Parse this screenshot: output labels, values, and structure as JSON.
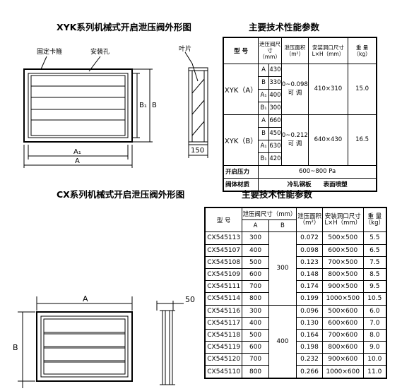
{
  "xyk": {
    "drawing_title": "XYK系列机械式开启泄压阀外形图",
    "table_title": "主要技术性能参数",
    "labels": {
      "clip": "固定卡箍",
      "hole": "安装孔",
      "blade": "叶片",
      "a": "A",
      "a1": "A₁",
      "b": "B",
      "b1": "B₁",
      "depth": "150"
    },
    "header": {
      "model": "型  号",
      "size": "泄压阀尺寸",
      "size_unit": "（mm）",
      "area": "泄压面积",
      "area_unit": "（m²）",
      "install": "安装洞口尺寸",
      "install_unit": "L×H（mm）",
      "weight": "重 量",
      "weight_unit": "（kg）"
    },
    "rows": [
      {
        "model": "XYK（A）",
        "dims": [
          [
            "A",
            "430"
          ],
          [
            "B",
            "330"
          ],
          [
            "A₁",
            "400"
          ],
          [
            "B₁",
            "300"
          ]
        ],
        "area": "0~0.098",
        "note": "可 调",
        "install": "410×310",
        "weight": "15.0"
      },
      {
        "model": "XYK（B）",
        "dims": [
          [
            "A",
            "660"
          ],
          [
            "B",
            "450"
          ],
          [
            "A₁",
            "630"
          ],
          [
            "B₁",
            "420"
          ]
        ],
        "area": "0~0.212",
        "note": "可 调",
        "install": "640×430",
        "weight": "16.5"
      }
    ],
    "pressure_label": "开启压力",
    "pressure_value": "600~800 Pa",
    "material_label": "阀体材质",
    "material_value": "冷轧钢板　　表面喷塑"
  },
  "cx": {
    "drawing_title": "CX系列机械式开启泄压阀外形图",
    "table_title": "主要技术性能参数",
    "labels": {
      "a": "A",
      "b": "B",
      "depth": "50"
    },
    "header": {
      "model": "型  号",
      "size": "泄压阀尺寸（mm）",
      "col_a": "A",
      "col_b": "B",
      "area": "泄压面积",
      "area_unit": "（m²）",
      "install": "安装洞口尺寸",
      "install_unit": "L×H（mm）",
      "weight": "重 量",
      "weight_unit": "（kg）"
    },
    "b_groups": [
      "300",
      "400"
    ],
    "rows": [
      {
        "model": "CX545113",
        "a": "300",
        "area": "0.072",
        "install": "500×500",
        "weight": "5.5"
      },
      {
        "model": "CX545107",
        "a": "400",
        "area": "0.098",
        "install": "600×500",
        "weight": "6.5"
      },
      {
        "model": "CX545108",
        "a": "500",
        "area": "0.123",
        "install": "700×500",
        "weight": "7.5"
      },
      {
        "model": "CX545109",
        "a": "600",
        "area": "0.148",
        "install": "800×500",
        "weight": "8.5"
      },
      {
        "model": "CX545111",
        "a": "700",
        "area": "0.174",
        "install": "900×500",
        "weight": "9.5"
      },
      {
        "model": "CX545114",
        "a": "800",
        "area": "0.199",
        "install": "1000×500",
        "weight": "10.5"
      },
      {
        "model": "CX545116",
        "a": "300",
        "area": "0.096",
        "install": "500×600",
        "weight": "6.0"
      },
      {
        "model": "CX545117",
        "a": "400",
        "area": "0.130",
        "install": "600×600",
        "weight": "7.0"
      },
      {
        "model": "CX545118",
        "a": "500",
        "area": "0.164",
        "install": "700×600",
        "weight": "8.0"
      },
      {
        "model": "CX545119",
        "a": "600",
        "area": "0.198",
        "install": "800×600",
        "weight": "9.0"
      },
      {
        "model": "CX545120",
        "a": "700",
        "area": "0.232",
        "install": "900×600",
        "weight": "10.0"
      },
      {
        "model": "CX545110",
        "a": "800",
        "area": "0.266",
        "install": "1000×600",
        "weight": "11.0"
      }
    ]
  }
}
